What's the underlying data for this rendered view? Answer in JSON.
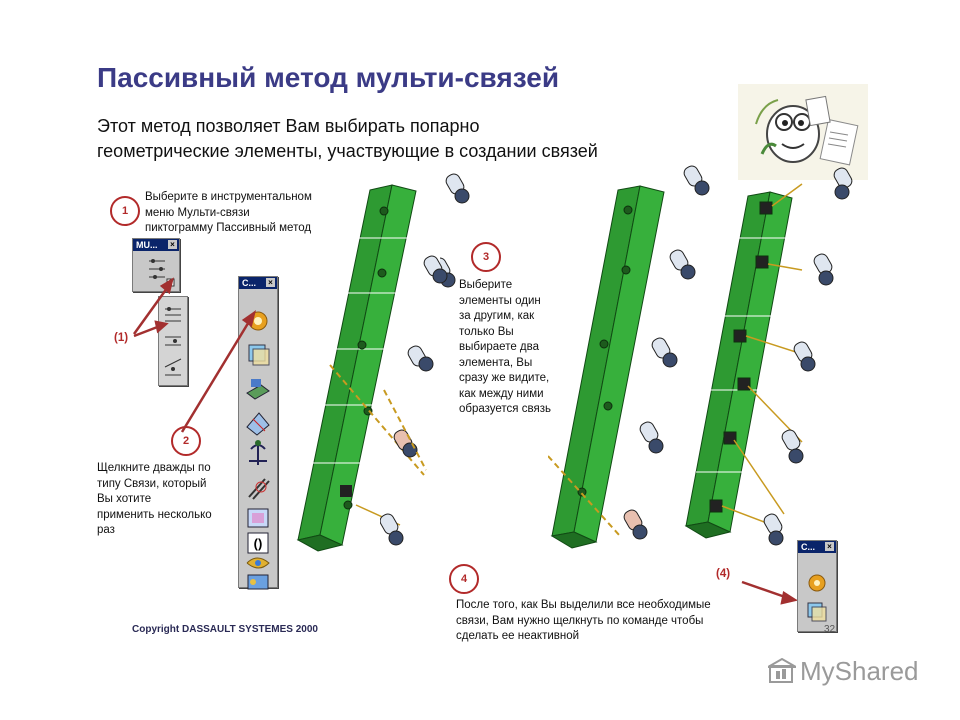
{
  "slide": {
    "title": "Пассивный метод мульти-связей",
    "intro_lines": [
      "Этот метод позволяет Вам выбирать попарно",
      "геометрические элементы, участвующие в создании связей"
    ]
  },
  "steps": [
    {
      "number": "1",
      "lines": [
        "Выберите в инструментальном",
        "меню Мульти-связи",
        "пиктограмму Пассивный метод"
      ]
    },
    {
      "number": "2",
      "lines": [
        "Щелкните дважды по",
        "типу Связи, который",
        "Вы хотите",
        "применить несколько",
        "раз"
      ]
    },
    {
      "number": "3",
      "lines": [
        "Выберите",
        "элементы один",
        "за другим, как",
        "только Вы",
        "выбираете два",
        "элемента, Вы",
        "сразу же видите,",
        "как между ними",
        "образуется связь"
      ]
    },
    {
      "number": "4",
      "lines": [
        "После того, как Вы выделили  все необходимые",
        "связи, Вам нужно щелкнуть по команде чтобы",
        "сделать ее неактивной"
      ]
    }
  ],
  "refs": {
    "ref1": "(1)",
    "ref4": "(4)"
  },
  "toolbars": {
    "multi": {
      "title": "MU..."
    },
    "constraints": {
      "title": "C..."
    },
    "small": {
      "title": "C..."
    }
  },
  "footer": {
    "copyright": "Copyright DASSAULT SYSTEMES 2000",
    "page": "32"
  },
  "watermark": {
    "text": "MyShared"
  },
  "colors": {
    "title": "#3b3b86",
    "accent": "#b22a2a",
    "beam": "#2e9a32",
    "beam_dark": "#1f6e22",
    "toolbar_title": "#0a246a"
  }
}
